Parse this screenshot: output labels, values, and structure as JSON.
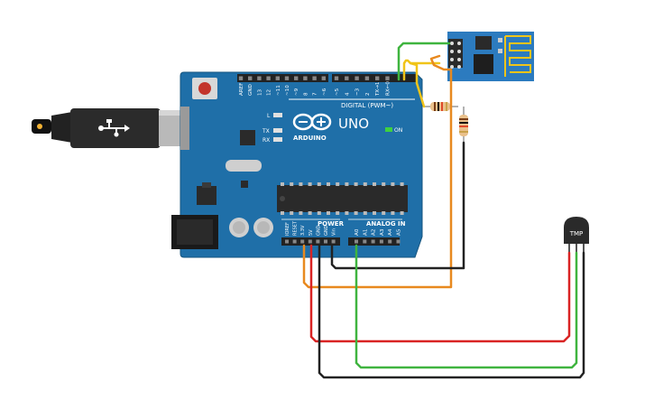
{
  "board": {
    "brand": "ARDUINO",
    "model": "UNO",
    "digital_header_label": "DIGITAL (PWM~)",
    "power_header_label": "POWER",
    "analog_header_label": "ANALOG IN",
    "led_labels": {
      "l": "L",
      "tx": "TX",
      "rx": "RX",
      "on": "ON"
    },
    "top_pins": [
      "AREF",
      "GND",
      "13",
      "12",
      "~11",
      "~10",
      "~9",
      "8",
      "7",
      "~6",
      "~5",
      "4",
      "~3",
      "2",
      "TX→1",
      "RX←0"
    ],
    "power_pins": [
      "IOREF",
      "RESET",
      "3.3V",
      "5V",
      "GND",
      "GND",
      "Vin"
    ],
    "analog_pins": [
      "A0",
      "A1",
      "A2",
      "A3",
      "A4",
      "A5"
    ]
  },
  "sensor": {
    "label": "TMP"
  },
  "colors": {
    "board": "#1f6fa8",
    "board_edge": "#16557f",
    "header": "#222222",
    "wire_orange": "#e8891f",
    "wire_red": "#d92424",
    "wire_green": "#3fb43f",
    "wire_black": "#222222",
    "wire_yellow": "#f0c419",
    "esp_board": "#2c7bbf"
  }
}
